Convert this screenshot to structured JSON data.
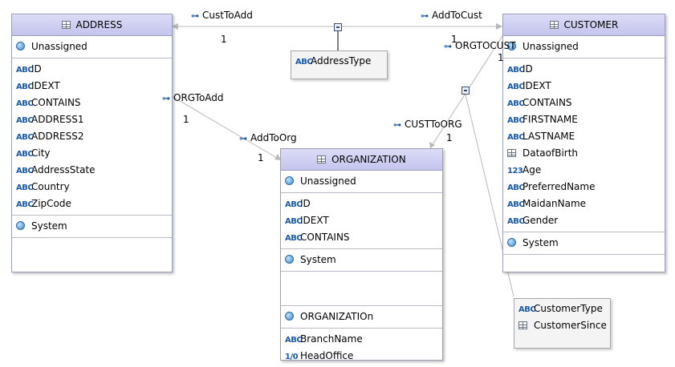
{
  "entities": {
    "address": {
      "title": "ADDRESS",
      "sections": [
        [
          {
            "icon": "group",
            "label": "Unassigned"
          }
        ],
        [
          {
            "icon": "abc",
            "label": "ID"
          },
          {
            "icon": "abc",
            "label": "IDEXT"
          },
          {
            "icon": "abc",
            "label": "CONTAINS"
          },
          {
            "icon": "abc",
            "label": "ADDRESS1"
          },
          {
            "icon": "abc",
            "label": "ADDRESS2"
          },
          {
            "icon": "abc",
            "label": "City"
          },
          {
            "icon": "abc",
            "label": "AddressState"
          },
          {
            "icon": "abc",
            "label": "Country"
          },
          {
            "icon": "abc",
            "label": "ZipCode"
          }
        ],
        [
          {
            "icon": "group",
            "label": "System"
          }
        ],
        []
      ]
    },
    "organization": {
      "title": "ORGANIZATION",
      "sections": [
        [
          {
            "icon": "group",
            "label": "Unassigned"
          }
        ],
        [
          {
            "icon": "abc",
            "label": "ID"
          },
          {
            "icon": "abc",
            "label": "IDEXT"
          },
          {
            "icon": "abc",
            "label": "CONTAINS"
          }
        ],
        [
          {
            "icon": "group",
            "label": "System"
          }
        ],
        [],
        [
          {
            "icon": "group",
            "label": "ORGANIZATIOn"
          }
        ],
        [
          {
            "icon": "abc",
            "label": "BranchName"
          },
          {
            "icon": "bool",
            "label": "HeadOffice"
          }
        ]
      ]
    },
    "customer": {
      "title": "CUSTOMER",
      "sections": [
        [
          {
            "icon": "group",
            "label": "Unassigned"
          }
        ],
        [
          {
            "icon": "abc",
            "label": "ID"
          },
          {
            "icon": "abc",
            "label": "IDEXT"
          },
          {
            "icon": "abc",
            "label": "CONTAINS"
          },
          {
            "icon": "abc",
            "label": "FIRSTNAME"
          },
          {
            "icon": "abc",
            "label": "LASTNAME"
          },
          {
            "icon": "table",
            "label": "DataofBirth"
          },
          {
            "icon": "num",
            "label": "Age"
          },
          {
            "icon": "abc",
            "label": "PreferredName"
          },
          {
            "icon": "abc",
            "label": "MaidanName"
          },
          {
            "icon": "abc",
            "label": "Gender"
          }
        ],
        [
          {
            "icon": "group",
            "label": "System"
          }
        ],
        []
      ]
    }
  },
  "mini_boxes": {
    "address_type": [
      {
        "icon": "abc",
        "label": "AddressType"
      }
    ],
    "customer_extra": [
      {
        "icon": "abc",
        "label": "CustomerType"
      },
      {
        "icon": "table",
        "label": "CustomerSince"
      }
    ]
  },
  "links": {
    "cust_to_add": "CustToAdd",
    "add_to_cust": "AddToCust",
    "orgtocust": "ORGTOCUST",
    "org_to_add": "ORGToAdd",
    "add_to_org": "AddToOrg",
    "cust_to_org": "CUSTToORG"
  },
  "cardinality": {
    "c1": "1",
    "c2": "1",
    "c3": "1",
    "c4": "1",
    "c5": "1",
    "c6": "1"
  },
  "icons": {
    "abc": "ABC",
    "num": "123",
    "bool": "1/0",
    "link": "⊶"
  }
}
